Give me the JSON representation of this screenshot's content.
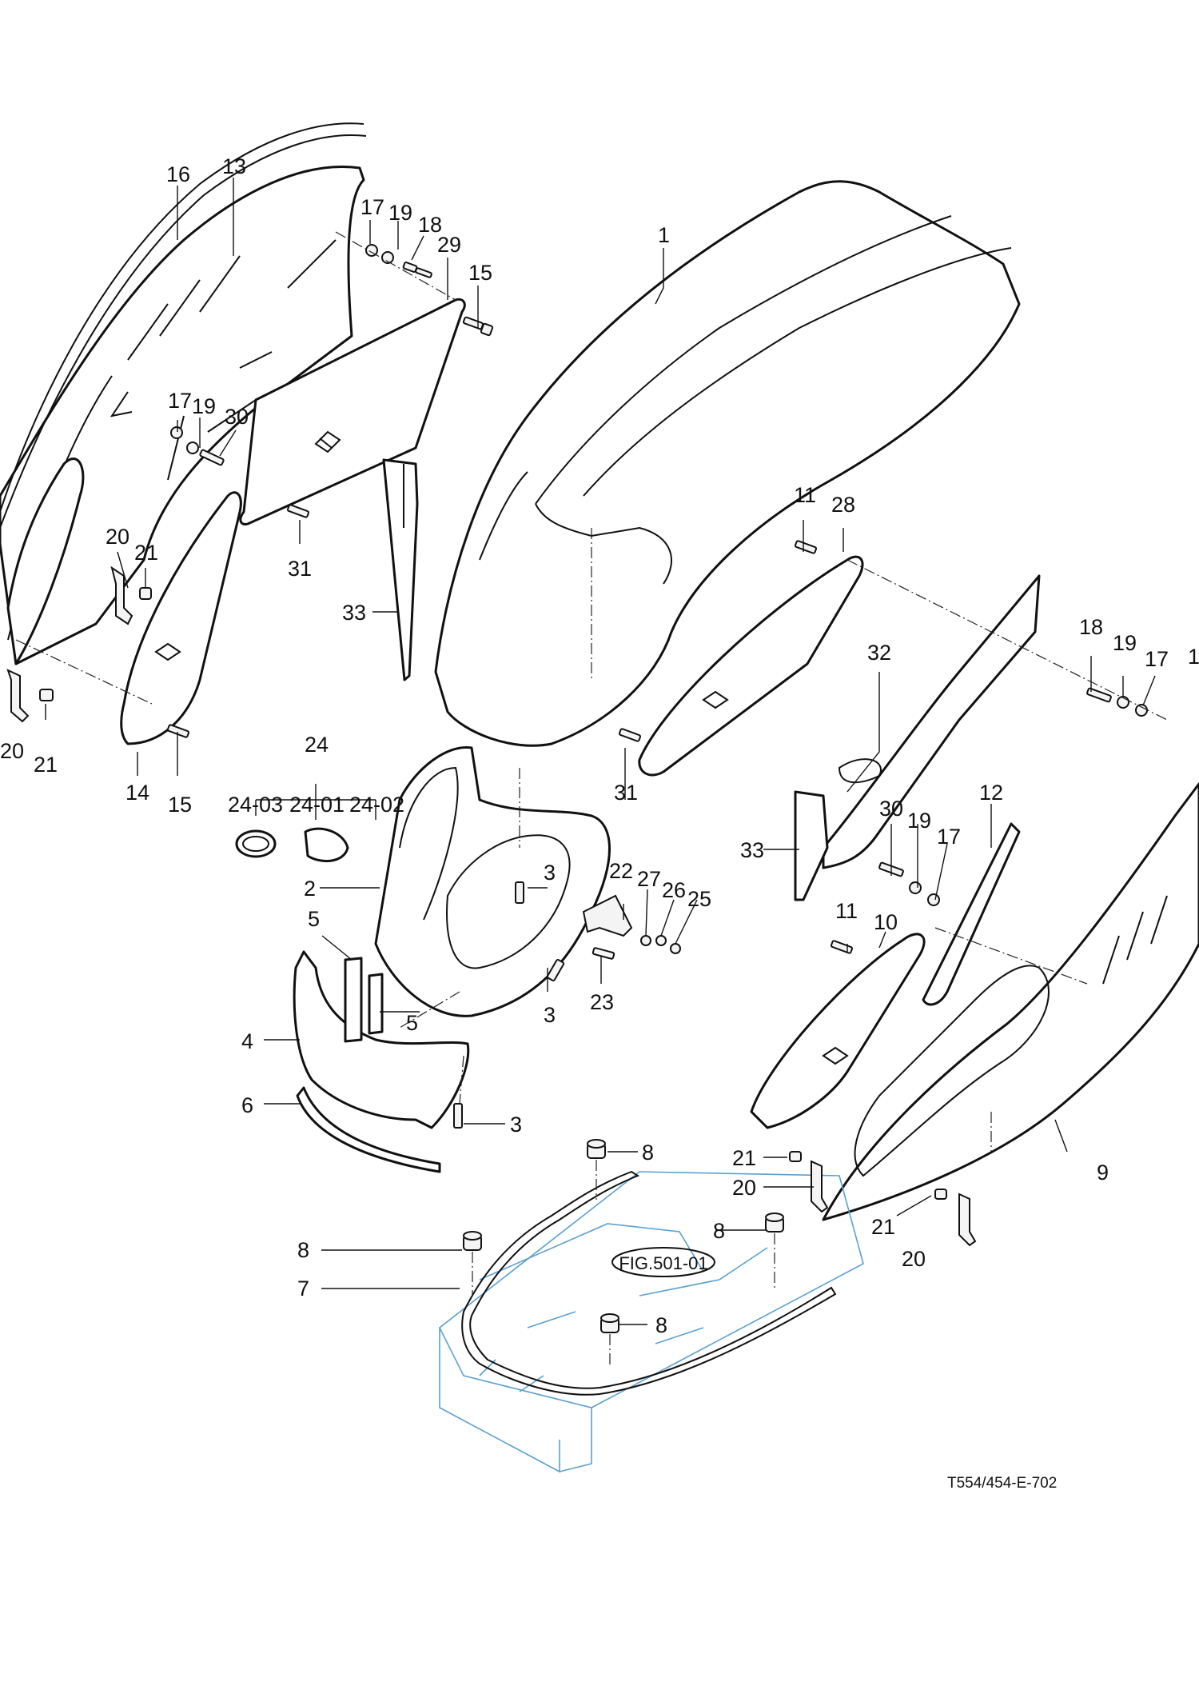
{
  "labels": {
    "l1": "1",
    "l2": "2",
    "l3a": "3",
    "l3b": "3",
    "l3c": "3",
    "l4": "4",
    "l5a": "5",
    "l5b": "5",
    "l6": "6",
    "l7": "7",
    "l8a": "8",
    "l8b": "8",
    "l8c": "8",
    "l8d": "8",
    "l9": "9",
    "l10": "10",
    "l11a": "11",
    "l11b": "11",
    "l12": "12",
    "l13": "13",
    "l14": "14",
    "l15a": "15",
    "l15b": "15",
    "l16a": "16",
    "l16b": "1",
    "l17a": "17",
    "l17b": "17",
    "l17c": "17",
    "l17d": "17",
    "l18a": "18",
    "l18b": "18",
    "l19a": "19",
    "l19b": "19",
    "l19c": "19",
    "l19d": "19",
    "l20a": "20",
    "l20b": "20",
    "l20c": "20",
    "l20d": "20",
    "l21a": "21",
    "l21b": "21",
    "l21c": "21",
    "l21d": "21",
    "l22": "22",
    "l23": "23",
    "l24": "24",
    "l2401": "24-01",
    "l2402": "24-02",
    "l2403": "24-03",
    "l25": "25",
    "l26": "26",
    "l27": "27",
    "l28": "28",
    "l29": "29",
    "l30a": "30",
    "l30b": "30",
    "l31a": "31",
    "l31b": "31",
    "l32": "32",
    "l33a": "33",
    "l33b": "33"
  },
  "reference": "FIG.501-01",
  "drawing_code": "T554/454-E-702",
  "colors": {
    "line": "#111111",
    "frame": "#5aa0d0"
  }
}
